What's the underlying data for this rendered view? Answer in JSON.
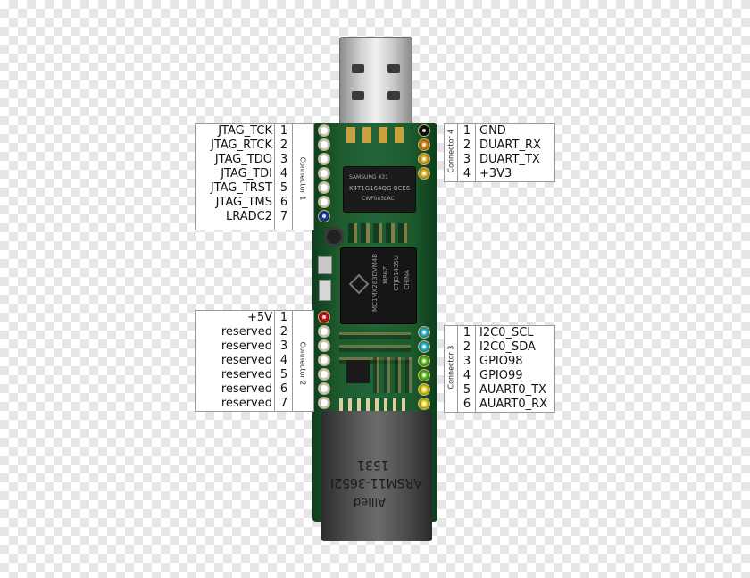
{
  "connectors": {
    "c1": {
      "title": "Connector 1",
      "pins": [
        {
          "num": "1",
          "label": "JTAG_TCK"
        },
        {
          "num": "2",
          "label": "JTAG_RTCK"
        },
        {
          "num": "3",
          "label": "JTAG_TDO"
        },
        {
          "num": "4",
          "label": "JTAG_TDI"
        },
        {
          "num": "5",
          "label": "JTAG_TRST"
        },
        {
          "num": "6",
          "label": "JTAG_TMS"
        },
        {
          "num": "7",
          "label": "LRADC2"
        }
      ]
    },
    "c2": {
      "title": "Connector 2",
      "pins": [
        {
          "num": "1",
          "label": "+5V"
        },
        {
          "num": "2",
          "label": "reserved"
        },
        {
          "num": "3",
          "label": "reserved"
        },
        {
          "num": "4",
          "label": "reserved"
        },
        {
          "num": "5",
          "label": "reserved"
        },
        {
          "num": "6",
          "label": "reserved"
        },
        {
          "num": "7",
          "label": "reserved"
        }
      ]
    },
    "c3": {
      "title": "Connector 3",
      "pins": [
        {
          "num": "1",
          "label": "I2C0_SCL"
        },
        {
          "num": "2",
          "label": "I2C0_SDA"
        },
        {
          "num": "3",
          "label": "GPIO98"
        },
        {
          "num": "4",
          "label": "GPIO99"
        },
        {
          "num": "5",
          "label": "AUART0_TX"
        },
        {
          "num": "6",
          "label": "AUART0_RX"
        }
      ]
    },
    "c4": {
      "title": "Connector 4",
      "pins": [
        {
          "num": "1",
          "label": "GND"
        },
        {
          "num": "2",
          "label": "DUART_RX"
        },
        {
          "num": "3",
          "label": "DUART_TX"
        },
        {
          "num": "4",
          "label": "+3V3"
        }
      ]
    }
  },
  "chips": {
    "ram": {
      "lines": [
        "SAMSUNG   431",
        "K4T1G164QG-BCE6",
        "CWF083LAC"
      ]
    },
    "cpu": {
      "lines": [
        "MC1MX283DVM4B",
        "M86Z",
        "CTJD1435U",
        "CHINA"
      ]
    },
    "magnetics": {
      "lines": [
        "1531",
        "ARSM11-3652I",
        "Allied"
      ]
    }
  },
  "pin_colors": {
    "c1": [
      "#ffffff",
      "#ffffff",
      "#ffffff",
      "#ffffff",
      "#ffffff",
      "#ffffff",
      "#1f3f9f"
    ],
    "c2": [
      "#c01818",
      "#ffffff",
      "#ffffff",
      "#ffffff",
      "#ffffff",
      "#ffffff",
      "#ffffff"
    ],
    "c3": [
      "#2fb7c8",
      "#2fb7c8",
      "#5fbf2a",
      "#5fbf2a",
      "#e6d62c",
      "#e6d62c"
    ],
    "c4": [
      "#111111",
      "#d08a18",
      "#d8b030",
      "#e0b838"
    ]
  }
}
